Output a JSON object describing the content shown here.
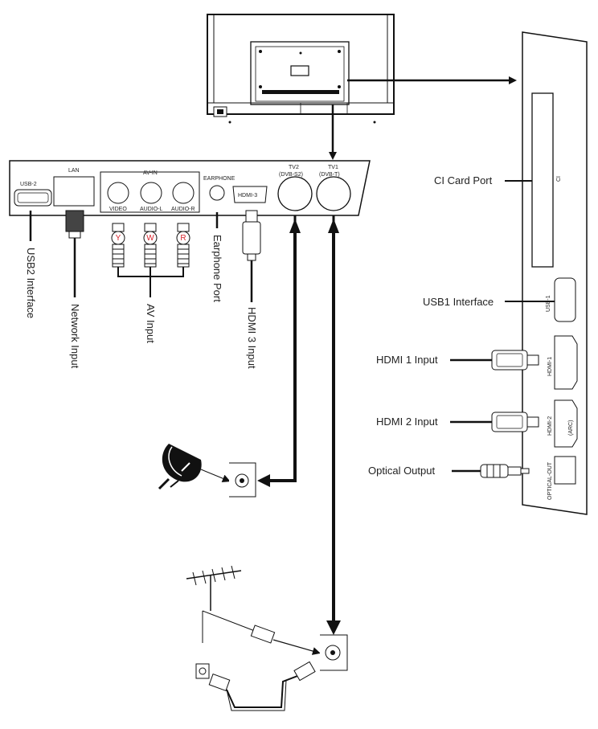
{
  "panel_labels": {
    "usb2": "USB-2",
    "lan": "LAN",
    "av_in": "AV-IN",
    "video": "VIDEO",
    "audio_l": "AUDIO-L",
    "audio_r": "AUDIO-R",
    "earphone": "EARPHONE",
    "hdmi3": "HDMI-3",
    "tv2_line1": "TV2",
    "tv2_line2": "(DVB-S2)",
    "tv1_line1": "TV1",
    "tv1_line2": "(DVB-T)"
  },
  "side_panel_labels": {
    "ci": "CI",
    "usb1": "USB-1",
    "hdmi1": "HDMI-1",
    "hdmi2": "HDMI-2",
    "arc": "(ARC)",
    "optical_out": "OPTICAL-OUT"
  },
  "plug_letters": {
    "yellow": "Y",
    "white": "W",
    "red": "R"
  },
  "callouts_vertical": {
    "usb2_interface": "USB2 Interface",
    "network_input": "Network Input",
    "av_input": "AV Input",
    "earphone_port": "Earphone Port",
    "hdmi3_input": "HDMI 3 Input"
  },
  "callouts_right": {
    "ci_card_port": "CI Card Port",
    "usb1_interface": "USB1 Interface",
    "hdmi1_input": "HDMI 1 Input",
    "hdmi2_input": "HDMI 2 Input",
    "optical_output": "Optical Output"
  },
  "colors": {
    "plug_letter": "#d8262e",
    "line": "#111111",
    "panel": "#ffffff"
  }
}
